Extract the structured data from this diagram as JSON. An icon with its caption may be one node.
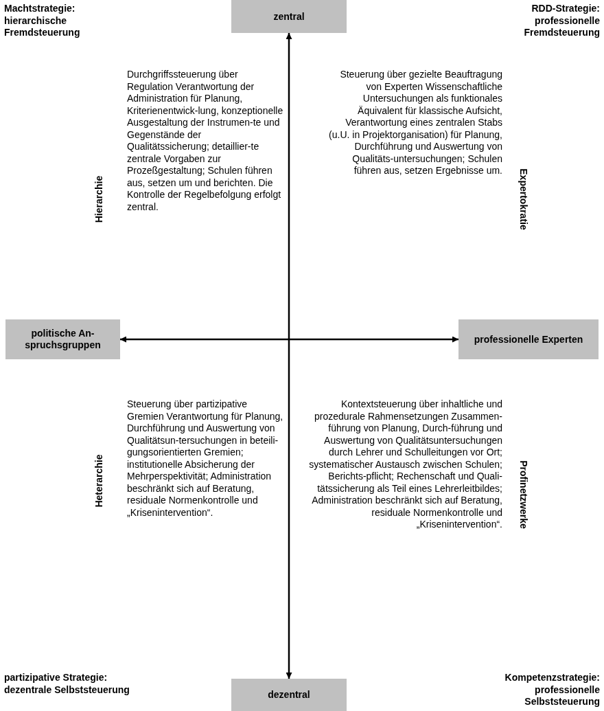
{
  "diagram": {
    "nodes": [
      {
        "text": [
          "zentral"
        ]
      },
      {
        "text": [
          "politische An-spruchsgruppen"
        ]
      },
      {
        "text": [
          "professionelle Experten"
        ]
      },
      {
        "text": [
          "dezentral"
        ]
      }
    ],
    "edges": [
      {
        "from": 0,
        "to": 3,
        "arrow": "both"
      },
      {
        "from": 1,
        "to": 2,
        "arrow": "both"
      }
    ],
    "labels": [
      "Machtstrategie: hierarchische Fremdsteuerung",
      "RDD-Strategie: professionelle Fremdsteuerung",
      "Durchgriffssteuerung über Regulation Verantwortung der Administration für Planung, Kriterienentwick-lung, konzeptionelle Ausgestaltung der Instrumen-te und Gegenstände der Qualitätssicherung; detaillier-te zentrale Vorgaben zur Prozeßgestaltung; Schulen führen aus, setzen um und berichten. Die Kontrolle der Regelbefolgung erfolgt zentral.",
      "Steuerung über gezielte Beauftragung von Experten Wissenschaftliche Untersuchungen als funktionales Äquivalent für klassische Aufsicht, Verantwortung eines zentralen Stabs (u.U. in Projektorganisation) für Planung, Durchführung und Auswertung von Qualitäts-untersuchungen; Schulen führen aus, setzen Ergebnisse um.",
      "Hierarchie",
      "Expertokratie",
      "Steuerung über partizipative Gremien Verantwortung für Planung, Durchführung und Auswertung von Qualitätsun-tersuchungen in beteili-gungsorientierten Gremien; institutionelle Absicherung der Mehrperspektivität; Administration beschränkt sich auf Beratung, residuale Normenkontrolle und „Krisenintervention“.",
      "Kontextsteuerung über inhaltliche und prozedurale Rahmensetzungen Zusammen-führung von Planung, Durch-führung und Auswertung von Qualitätsuntersuchungen durch Lehrer und Schulleitungen vor Ort; systematischer Austausch zwischen Schulen; Berichts-pflicht; Rechenschaft und Quali-tätssicherung als Teil eines Lehrerleitbildes; Administration beschränkt sich auf Beratung, residuale Normenkontrolle und „Krisenintervention“.",
      "Heterarchie",
      "Profinetzwerke",
      "partizipative Strategie: dezentrale Selbststeuerung",
      "Kompetenzstrategie: professionelle Selbststeuerung"
    ]
  }
}
